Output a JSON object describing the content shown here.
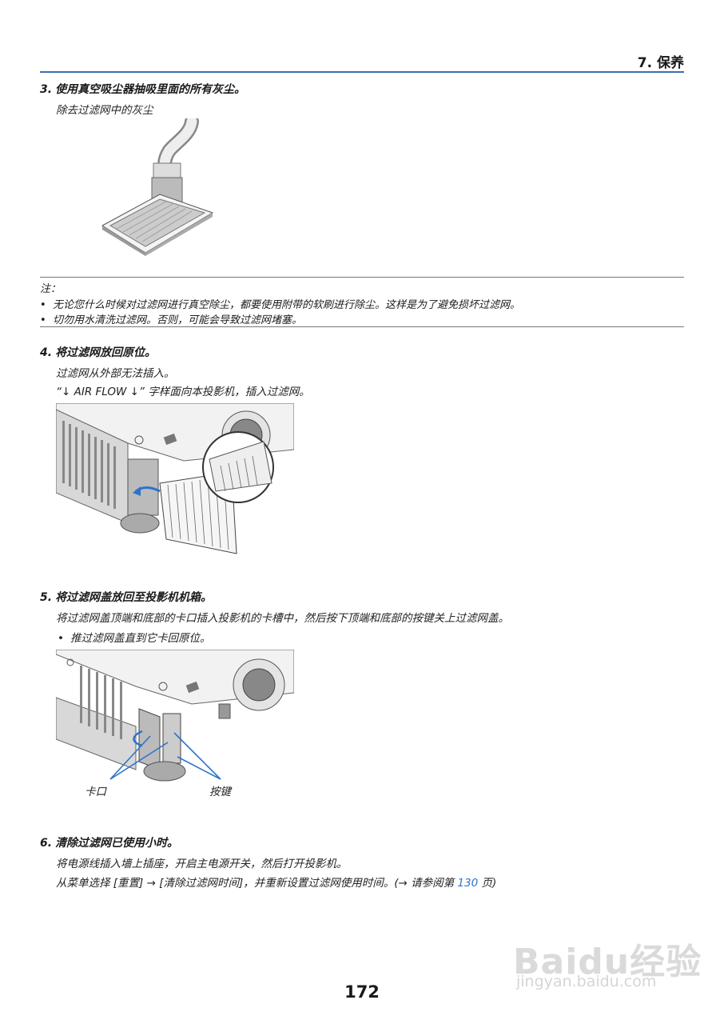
{
  "header": {
    "chapter_title": "7. 保养"
  },
  "step3": {
    "number": "3.",
    "title": "使用真空吸尘器抽吸里面的所有灰尘。",
    "line1": "除去过滤网中的灰尘"
  },
  "note": {
    "label": "注：",
    "items": [
      "无论您什么时候对过滤网进行真空除尘，都要使用附带的软刷进行除尘。这样是为了避免损坏过滤网。",
      "切勿用水清洗过滤网。否则，可能会导致过滤网堵塞。"
    ]
  },
  "step4": {
    "number": "4.",
    "title": "将过滤网放回原位。",
    "line1": "过滤网从外部无法插入。",
    "line2": "“↓ AIR FLOW ↓” 字样面向本投影机，插入过滤网。"
  },
  "step5": {
    "number": "5.",
    "title": "将过滤网盖放回至投影机机箱。",
    "line1": "将过滤网盖顶端和底部的卡口插入投影机的卡槽中，然后按下顶端和底部的按键关上过滤网盖。",
    "bullet1": "推过滤网盖直到它卡回原位。",
    "callout_tab": "卡口",
    "callout_button": "按键"
  },
  "step6": {
    "number": "6.",
    "title": "清除过滤网已使用小时。",
    "line1": "将电源线插入墙上插座，开启主电源开关，然后打开投影机。",
    "line2_prefix": "从菜单选择 [重置] → [清除过滤网时间]，并重新设置过滤网使用时间。(→ 请参阅第 ",
    "line2_link": "130",
    "line2_suffix": " 页)"
  },
  "page_number": "172",
  "watermark": {
    "logo": "Baidu经验",
    "url": "jingyan.baidu.com"
  },
  "colors": {
    "rule_accent": "#3a6fb5",
    "link": "#2e73c7",
    "callout_lines": "#2e73c7"
  }
}
